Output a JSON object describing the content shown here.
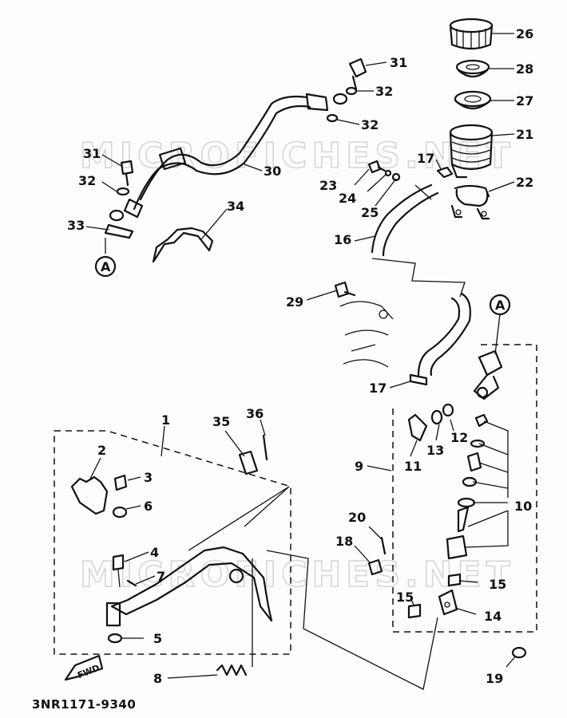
{
  "diagram": {
    "watermark": "MICROFICHES.NET",
    "footer_code": "3NR1171-9340",
    "fwd_label": "FWD",
    "ref_marker": "A",
    "callouts": [
      {
        "id": "c26",
        "text": "26"
      },
      {
        "id": "c31a",
        "text": "31"
      },
      {
        "id": "c28",
        "text": "28"
      },
      {
        "id": "c32a",
        "text": "32"
      },
      {
        "id": "c27",
        "text": "27"
      },
      {
        "id": "c32b",
        "text": "32"
      },
      {
        "id": "c21",
        "text": "21"
      },
      {
        "id": "c31b",
        "text": "31"
      },
      {
        "id": "c17a",
        "text": "17"
      },
      {
        "id": "c30",
        "text": "30"
      },
      {
        "id": "c32c",
        "text": "32"
      },
      {
        "id": "c23",
        "text": "23"
      },
      {
        "id": "c22",
        "text": "22"
      },
      {
        "id": "c24",
        "text": "24"
      },
      {
        "id": "c25",
        "text": "25"
      },
      {
        "id": "c34",
        "text": "34"
      },
      {
        "id": "c33",
        "text": "33"
      },
      {
        "id": "c16",
        "text": "16"
      },
      {
        "id": "c29",
        "text": "29"
      },
      {
        "id": "c17b",
        "text": "17"
      },
      {
        "id": "c9",
        "text": "9"
      },
      {
        "id": "c1",
        "text": "1"
      },
      {
        "id": "c35",
        "text": "35"
      },
      {
        "id": "c36",
        "text": "36"
      },
      {
        "id": "c12",
        "text": "12"
      },
      {
        "id": "c13",
        "text": "13"
      },
      {
        "id": "c11",
        "text": "11"
      },
      {
        "id": "c2",
        "text": "2"
      },
      {
        "id": "c3",
        "text": "3"
      },
      {
        "id": "c6",
        "text": "6"
      },
      {
        "id": "c10",
        "text": "10"
      },
      {
        "id": "c20",
        "text": "20"
      },
      {
        "id": "c18",
        "text": "18"
      },
      {
        "id": "c4",
        "text": "4"
      },
      {
        "id": "c7",
        "text": "7"
      },
      {
        "id": "c15a",
        "text": "15"
      },
      {
        "id": "c15b",
        "text": "15"
      },
      {
        "id": "c14",
        "text": "14"
      },
      {
        "id": "c5",
        "text": "5"
      },
      {
        "id": "c19",
        "text": "19"
      },
      {
        "id": "c8",
        "text": "8"
      }
    ]
  }
}
